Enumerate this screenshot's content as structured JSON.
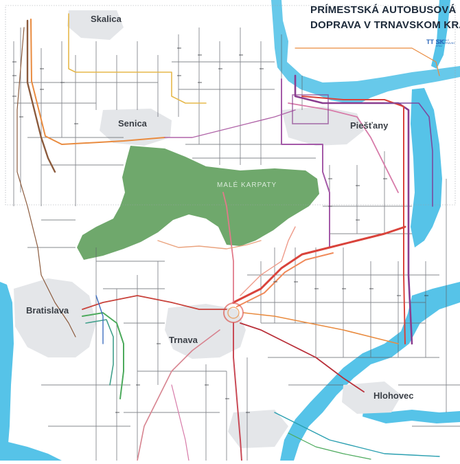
{
  "title": {
    "line1": "PRÍMESTSKÁ AUTOBUSOVÁ",
    "line2": "DOPRAVA V TRNAVSKOM KRAJI"
  },
  "cities": {
    "skalica": "Skalica",
    "senica": "Senica",
    "piestany": "Piešťany",
    "bratislava": "Bratislava",
    "trnava": "Trnava",
    "hlohovec": "Hlohovec"
  },
  "region_label": "MALÉ KARPATY",
  "logo": {
    "mark": "TT SK",
    "text": "TRNAVSKÝ SAMOSPRÁVNY KRAJ"
  },
  "colors": {
    "water": "#56c3e8",
    "forest": "#6fa86c",
    "urban": "#e4e6e9",
    "title": "#1d2a3a",
    "line_red": "#d9433b",
    "line_purple": "#8a3d8f",
    "line_brown": "#8b5a3c",
    "line_orange": "#e98b3f",
    "line_pink": "#d77aa8",
    "line_green": "#4caa5c",
    "line_blue": "#3f6fc0",
    "line_yellow": "#e6b84a"
  }
}
